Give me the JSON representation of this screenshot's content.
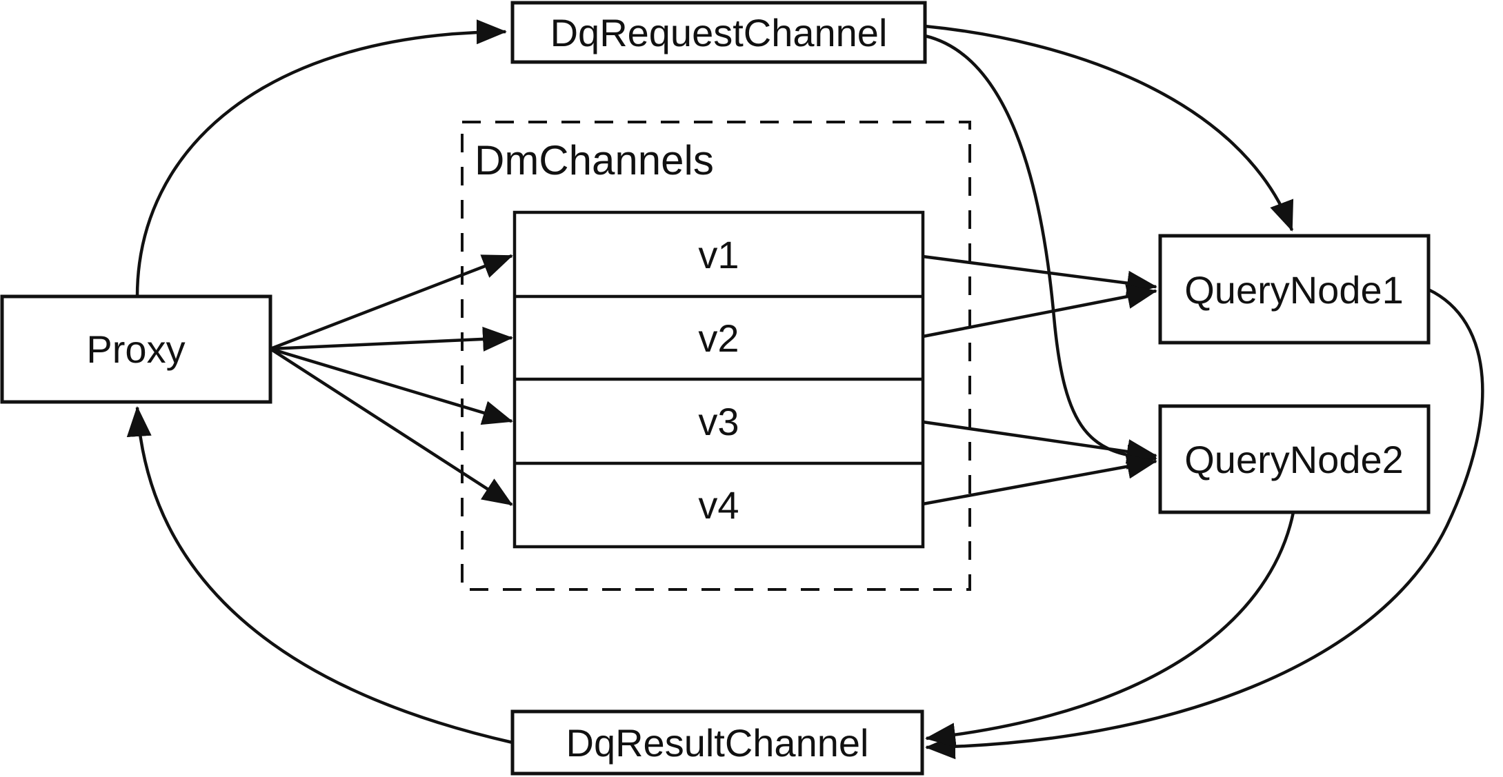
{
  "diagram": {
    "background_color": "#ffffff",
    "line_color": "#111111",
    "nodes": {
      "dq_request_channel": {
        "label": "DqRequestChannel"
      },
      "proxy": {
        "label": "Proxy"
      },
      "dm_channels": {
        "label": "DmChannels",
        "channels": [
          "v1",
          "v2",
          "v3",
          "v4"
        ]
      },
      "query_node_1": {
        "label": "QueryNode1"
      },
      "query_node_2": {
        "label": "QueryNode2"
      },
      "dq_result_channel": {
        "label": "DqResultChannel"
      }
    },
    "edges": [
      {
        "from": "Proxy",
        "to": "DqRequestChannel"
      },
      {
        "from": "Proxy",
        "to": "v1"
      },
      {
        "from": "Proxy",
        "to": "v2"
      },
      {
        "from": "Proxy",
        "to": "v3"
      },
      {
        "from": "Proxy",
        "to": "v4"
      },
      {
        "from": "DqRequestChannel",
        "to": "QueryNode1"
      },
      {
        "from": "DqRequestChannel",
        "to": "QueryNode2"
      },
      {
        "from": "v1",
        "to": "QueryNode1"
      },
      {
        "from": "v2",
        "to": "QueryNode1"
      },
      {
        "from": "v3",
        "to": "QueryNode2"
      },
      {
        "from": "v4",
        "to": "QueryNode2"
      },
      {
        "from": "QueryNode1",
        "to": "DqResultChannel"
      },
      {
        "from": "QueryNode2",
        "to": "DqResultChannel"
      },
      {
        "from": "DqResultChannel",
        "to": "Proxy"
      }
    ]
  }
}
